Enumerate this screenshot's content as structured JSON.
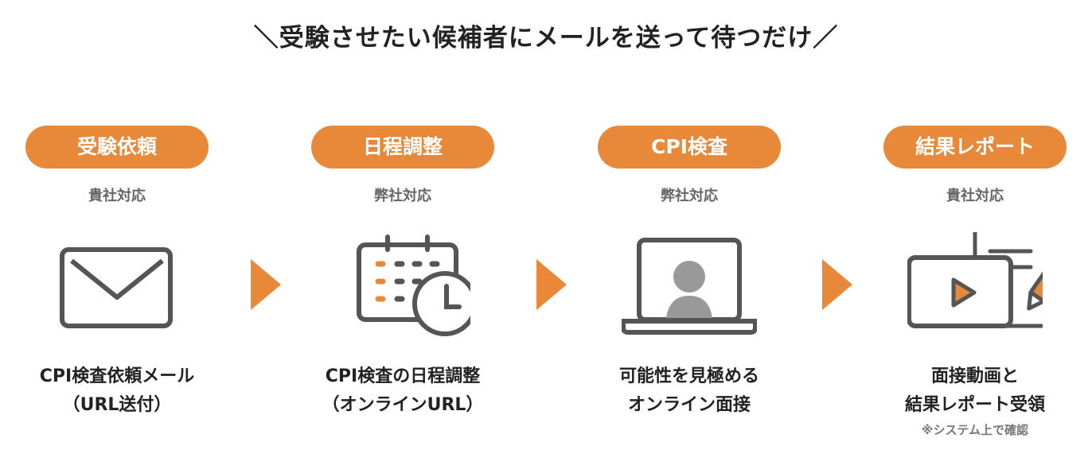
{
  "title": "＼受験させたい候補者にメールを送って待つだけ／",
  "colors": {
    "accent": "#e8893a",
    "icon": "#555555"
  },
  "steps": [
    {
      "label": "受験依頼",
      "owner": "貴社対応",
      "icon": "envelope-icon",
      "caption": [
        "CPI検査依頼メール",
        "（URL送付）"
      ]
    },
    {
      "label": "日程調整",
      "owner": "弊社対応",
      "icon": "calendar-clock-icon",
      "caption": [
        "CPI検査の日程調整",
        "（オンラインURL）"
      ]
    },
    {
      "label": "CPI検査",
      "owner": "弊社対応",
      "icon": "laptop-person-icon",
      "caption": [
        "可能性を見極める",
        "オンライン面接"
      ]
    },
    {
      "label": "結果レポート",
      "owner": "貴社対応",
      "icon": "video-report-icon",
      "caption": [
        "面接動画と",
        "結果レポート受領"
      ],
      "note": "※システム上で確認"
    }
  ]
}
